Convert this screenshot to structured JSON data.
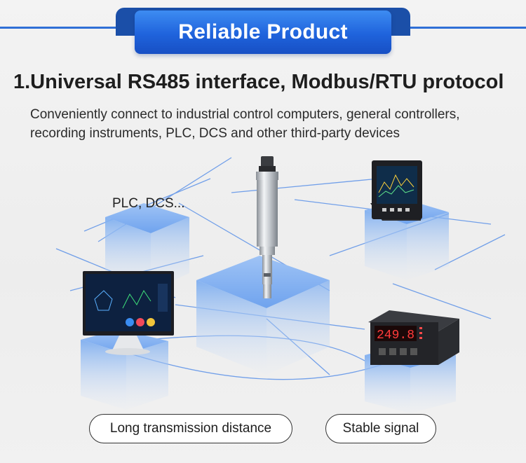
{
  "banner": {
    "title": "Reliable Product"
  },
  "feature": {
    "heading": "1.Universal RS485 interface, Modbus/RTU protocol",
    "description_line1": "Conveniently connect to industrial control computers, general controllers,",
    "description_line2": "recording instruments, PLC, DCS and other third-party devices"
  },
  "scene": {
    "plc_label": "PLC, DCS...",
    "panel_meter_reading": "249.8",
    "icons": [
      "sensor-probe-icon",
      "paperless-recorder-icon",
      "monitor-dashboard-icon",
      "digital-panel-meter-icon"
    ]
  },
  "pills": {
    "long_distance": "Long transmission distance",
    "stable_signal": "Stable signal"
  },
  "colors": {
    "accent": "#1f63dc",
    "cube": "#7fb0f2",
    "line": "#5c92e8"
  }
}
